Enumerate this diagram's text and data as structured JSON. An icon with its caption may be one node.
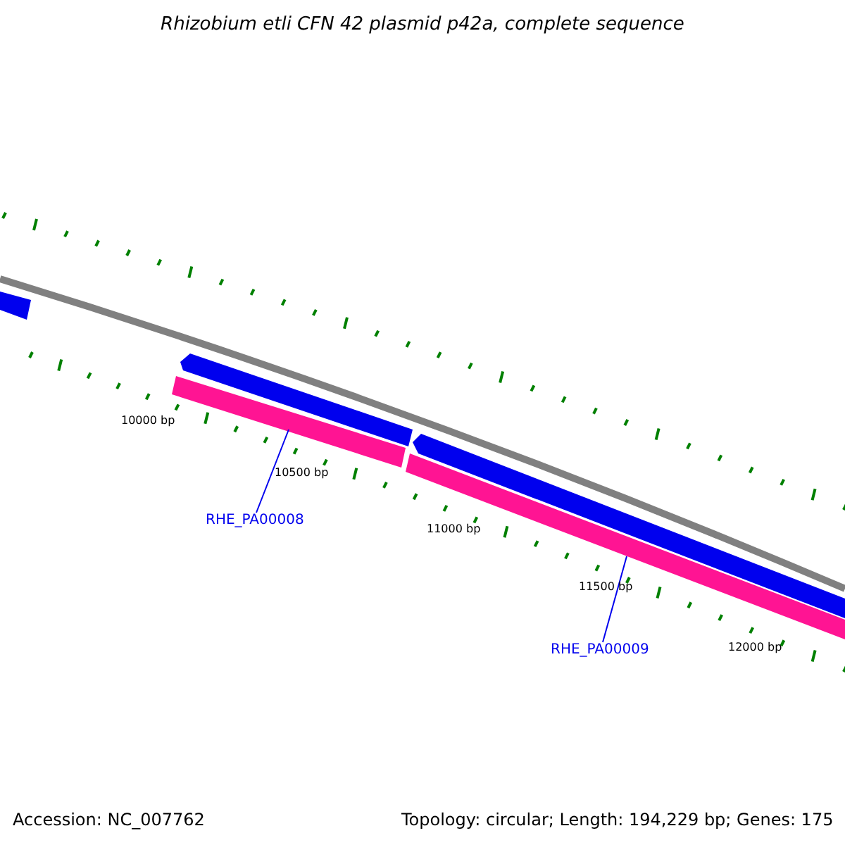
{
  "diagram": {
    "title": "Rhizobium etli CFN 42 plasmid p42a, complete sequence",
    "nodes": [
      {
        "text": [
          "RHE_PA00008"
        ]
      },
      {
        "text": [
          "RHE_PA00009"
        ]
      },
      {
        "text": [],
        "shape": "bar"
      },
      {
        "text": [],
        "shape": "bar"
      },
      {
        "text": [],
        "shape": "bar"
      },
      {
        "text": [],
        "shape": "bar"
      },
      {
        "text": [],
        "shape": "bar"
      }
    ],
    "edges": [
      {
        "from": 0,
        "to": 4,
        "arrow": "none"
      },
      {
        "from": 1,
        "to": 6,
        "arrow": "none"
      }
    ],
    "labels": [
      "10000 bp",
      "10500 bp",
      "11000 bp",
      "11500 bp",
      "12000 bp",
      "Accession: NC_007762",
      "Topology: circular; Length: 194,229 bp; Genes: 175"
    ]
  }
}
